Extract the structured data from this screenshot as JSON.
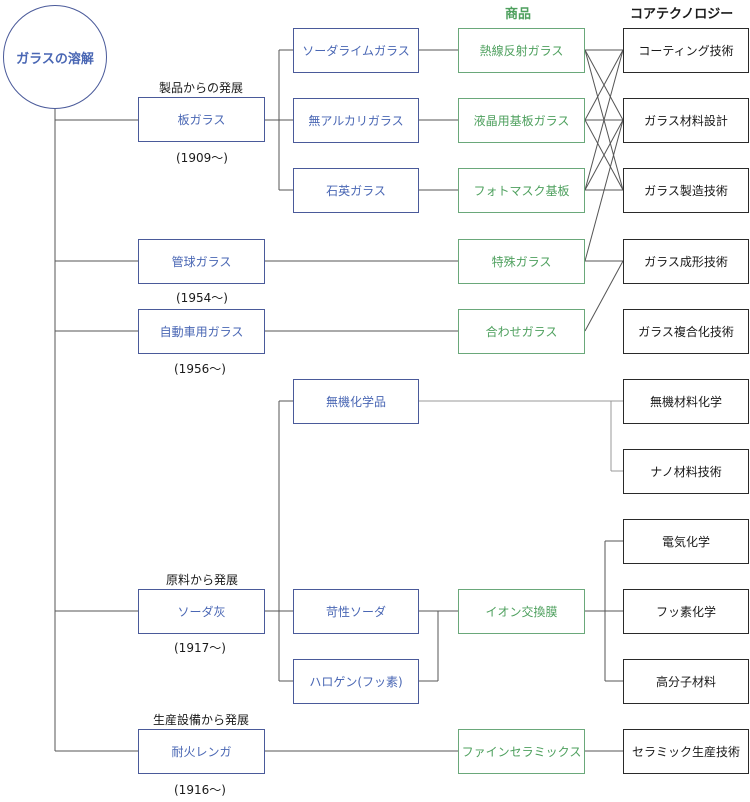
{
  "headers": {
    "products": "商品",
    "core_tech": "コアテクノロジー"
  },
  "root": "ガラスの溶解",
  "branches": {
    "sheet": {
      "caption": "製品からの発展",
      "label": "板ガラス",
      "year": "(1909〜)"
    },
    "tube": {
      "label": "管球ガラス",
      "year": "(1954〜)"
    },
    "auto": {
      "label": "自動車用ガラス",
      "year": "(1956〜)"
    },
    "soda": {
      "caption": "原料から発展",
      "label": "ソーダ灰",
      "year": "(1917〜)"
    },
    "brick": {
      "caption": "生産設備から発展",
      "label": "耐火レンガ",
      "year": "(1916〜)"
    }
  },
  "middle": {
    "soda_lime": "ソーダライムガラス",
    "alkali_free": "無アルカリガラス",
    "quartz": "石英ガラス",
    "inorganic": "無機化学品",
    "caustic": "苛性ソーダ",
    "halogen": "ハロゲン(フッ素)"
  },
  "products": {
    "heat_reflect": "熱線反射ガラス",
    "lcd": "液晶用基板ガラス",
    "photomask": "フォトマスク基板",
    "special": "特殊ガラス",
    "laminated": "合わせガラス",
    "ion": "イオン交換膜",
    "ceramics": "ファインセラミックス"
  },
  "core": {
    "coating": "コーティング技術",
    "material_design": "ガラス材料設計",
    "manufacturing": "ガラス製造技術",
    "forming": "ガラス成形技術",
    "composite": "ガラス複合化技術",
    "inorganic_chem": "無機材料化学",
    "nano": "ナノ材料技術",
    "electrochem": "電気化学",
    "fluorine": "フッ素化学",
    "polymer": "高分子材料",
    "ceramic_prod": "セラミック生産技術"
  }
}
